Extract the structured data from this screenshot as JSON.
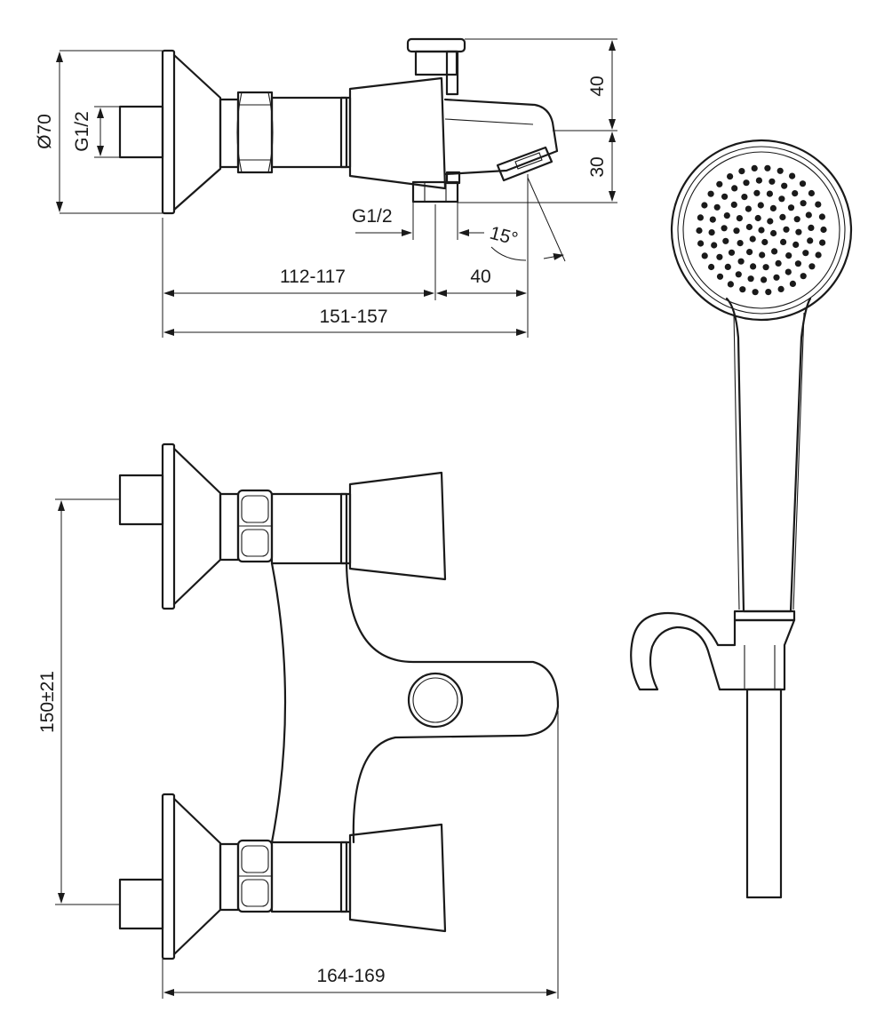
{
  "dimensions": {
    "flange_diameter": "Ø70",
    "inlet_thread_side": "G1/2",
    "height_top": "40",
    "height_bottom": "30",
    "inlet_thread_bottom": "G1/2",
    "spout_angle": "15°",
    "length_to_inlet": "112-117",
    "inlet_to_spout": "40",
    "overall_length_side": "151-157",
    "inlet_spacing": "150±21",
    "overall_length_front": "164-169"
  },
  "colors": {
    "line": "#1a1a1a",
    "background": "#ffffff"
  }
}
